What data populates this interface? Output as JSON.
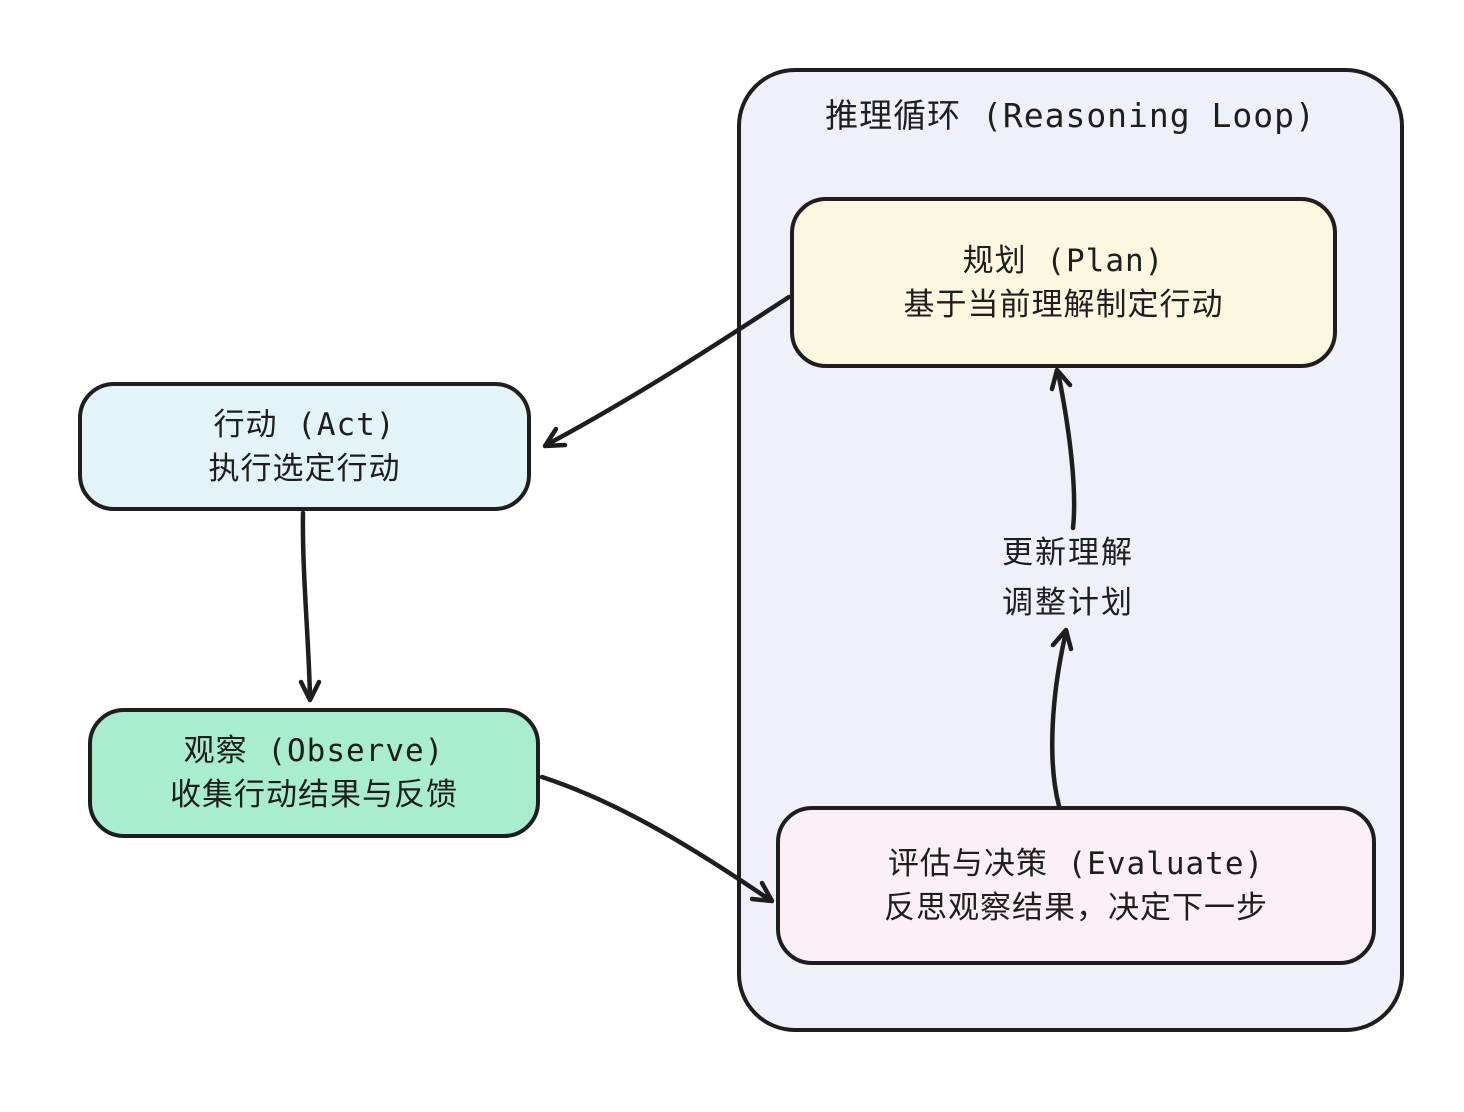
{
  "diagram": {
    "background": "#ffffff",
    "stroke_color": "#1e1e1e",
    "container": {
      "title": "推理循环 (Reasoning Loop)",
      "fill": "#F0F0FB"
    },
    "nodes": {
      "plan": {
        "title": "规划 (Plan)",
        "subtitle": "基于当前理解制定行动",
        "fill": "#FCF7DF"
      },
      "act": {
        "title": "行动 (Act)",
        "subtitle": "执行选定行动",
        "fill": "#E3F4F9"
      },
      "observe": {
        "title": "观察 (Observe)",
        "subtitle": "收集行动结果与反馈",
        "fill": "#A9EDD1"
      },
      "evaluate": {
        "title": "评估与决策 (Evaluate)",
        "subtitle": "反思观察结果，决定下一步",
        "fill": "#FAF0F5"
      }
    },
    "loop_label": {
      "line1": "更新理解",
      "line2": "调整计划"
    },
    "edges": [
      {
        "from": "plan",
        "to": "act",
        "label": ""
      },
      {
        "from": "act",
        "to": "observe",
        "label": ""
      },
      {
        "from": "observe",
        "to": "evaluate",
        "label": ""
      },
      {
        "from": "evaluate",
        "to": "plan",
        "label": "更新理解 调整计划"
      }
    ]
  }
}
